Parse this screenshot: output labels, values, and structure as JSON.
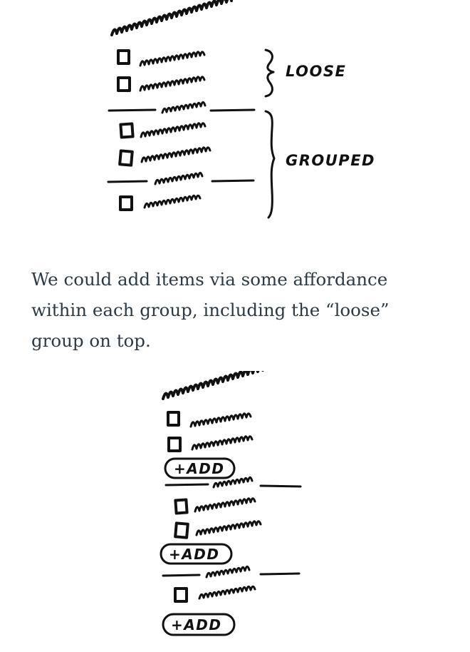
{
  "figure_top": {
    "labels": {
      "loose": "LOOSE",
      "grouped": "GROUPED"
    }
  },
  "paragraph": {
    "text": "We could add items via some affordance within each group, including the “loose” group on top."
  },
  "figure_bottom": {
    "add_labels": [
      "+ADD",
      "+ADD",
      "+ADD"
    ]
  }
}
